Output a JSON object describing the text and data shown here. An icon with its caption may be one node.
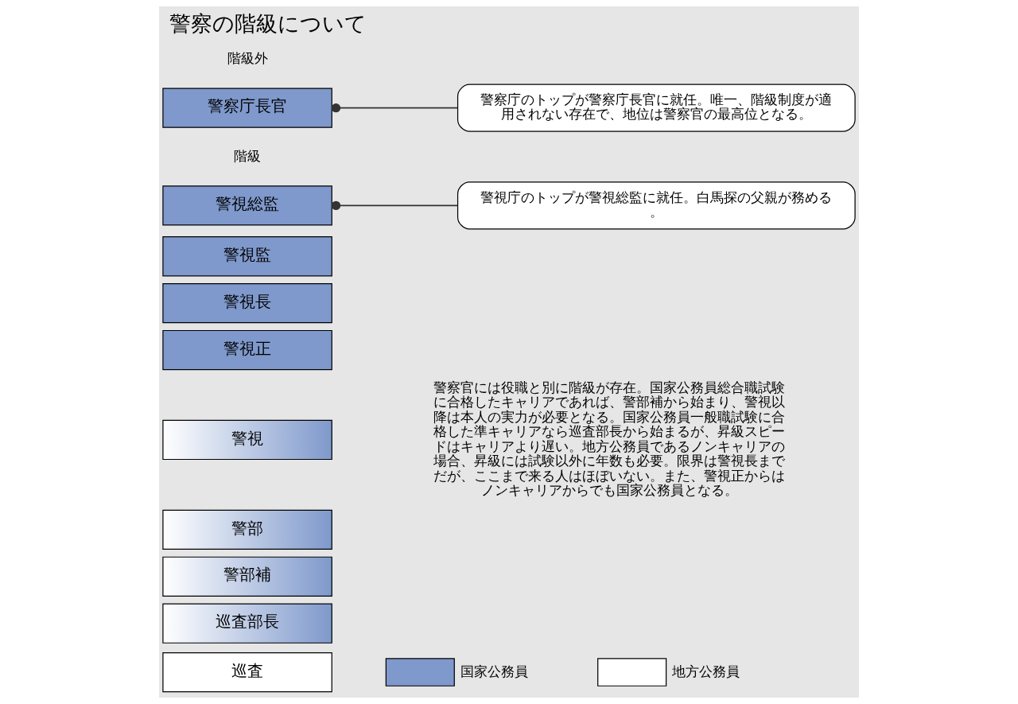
{
  "diagram": {
    "title": "警察の階級について",
    "nodes": [
      {
        "text": [
          "警察庁長官"
        ]
      },
      {
        "text": [
          "警察庁のトップが警察庁長官に就任。唯一、階級制度が適用されない存在で、地位は警察官の最高位となる。"
        ]
      },
      {
        "text": [
          "警視総監"
        ]
      },
      {
        "text": [
          "警視庁のトップが警視総監に就任。白馬探の父親が務める。"
        ]
      },
      {
        "text": [
          "警視監"
        ]
      },
      {
        "text": [
          "警視長"
        ]
      },
      {
        "text": [
          "警視正"
        ]
      },
      {
        "text": [
          "警視"
        ]
      },
      {
        "text": [
          "警部"
        ]
      },
      {
        "text": [
          "警部補"
        ]
      },
      {
        "text": [
          "巡査部長"
        ]
      },
      {
        "text": [
          "巡査"
        ]
      }
    ],
    "edges": [
      {
        "from": 0,
        "to": 1,
        "arrow": "other"
      },
      {
        "from": 2,
        "to": 3,
        "arrow": "other"
      }
    ],
    "labels": [
      "階級外",
      "階級",
      "警察官には役職と別に階級が存在。国家公務員総合職試験に合格したキャリアであれば、警部補から始まり、警視以降は本人の実力が必要となる。国家公務員一般職試験に合格した準キャリアなら巡査部長から始まるが、昇級スピードはキャリアより遅い。地方公務員であるノンキャリアの場合、昇級には試験以外に年数も必要。限界は警視長までだが、ここまで来る人はほぼいない。また、警視正からはノンキャリアからでも国家公務員となる。"
    ],
    "legend": [
      {
        "text": "国家公務員",
        "color": "#7f99cc"
      },
      {
        "text": "地方公務員",
        "color": "#ffffff"
      }
    ]
  }
}
